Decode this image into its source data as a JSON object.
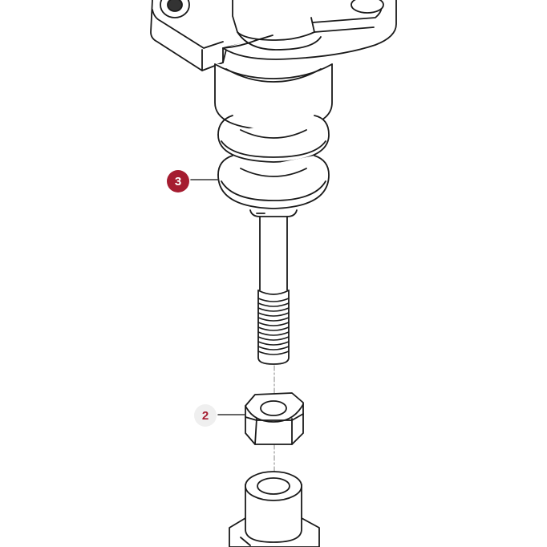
{
  "diagram": {
    "type": "exploded-parts-view",
    "colors": {
      "line": "#1a1a1a",
      "axis": "#9a9a9a",
      "callout_active_bg": "#a51c30",
      "callout_active_text": "#ffffff",
      "callout_inactive_bg": "#efefef",
      "callout_inactive_text": "#a51c30"
    },
    "callouts": [
      {
        "label": "3",
        "state": "active",
        "points_to": "stacked-rings-housing"
      },
      {
        "label": "2",
        "state": "inactive",
        "points_to": "hex-nut"
      }
    ],
    "parts": [
      "mounting-flange-bracket",
      "cylindrical-body",
      "stacked-rings",
      "threaded-bolt",
      "hex-nut",
      "threaded-boss-fitting"
    ]
  }
}
